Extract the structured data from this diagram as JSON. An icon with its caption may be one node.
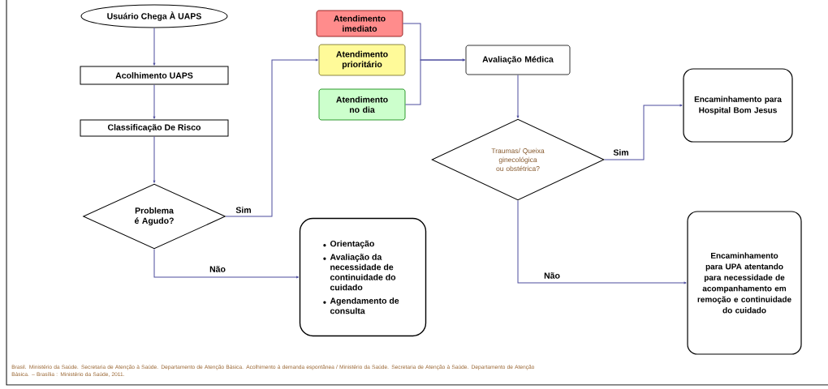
{
  "diagram": {
    "nodes": [
      {
        "text": [
          "Usuário Chega À UAPS"
        ]
      },
      {
        "text": [
          "Acolhimento UAPS"
        ]
      },
      {
        "text": [
          "Classificação De Risco"
        ]
      },
      {
        "text": [
          "Problema é Agudo?"
        ]
      },
      {
        "text": [
          "Atendimento imediato"
        ]
      },
      {
        "text": [
          "Atendimento prioritário"
        ]
      },
      {
        "text": [
          "Atendimento no dia"
        ]
      },
      {
        "text": [
          "Avaliação Médica"
        ]
      },
      {
        "text": [
          "Traumas/ Queixa ginecológica ou obstétrica?"
        ]
      },
      {
        "text": [
          "Encaminhamento para Hospital Bom Jesus"
        ]
      },
      {
        "text": [
          "Orientação",
          "Avaliação da necessidade de continuidade do cuidado",
          "Agendamento de consulta"
        ]
      },
      {
        "text": [
          "Encaminhamento para UPA atentando para necessidade de acompanhamento em remoção e continuidade do cuidado"
        ]
      }
    ],
    "edges": [
      {
        "from": 0,
        "to": 1,
        "arrow": "to"
      },
      {
        "from": 1,
        "to": 2,
        "arrow": "to"
      },
      {
        "from": 2,
        "to": 3,
        "arrow": "to"
      },
      {
        "from": 3,
        "to": 5,
        "arrow": "to",
        "label": "Sim"
      },
      {
        "from": 3,
        "to": 10,
        "arrow": "to",
        "label": "Não"
      },
      {
        "from": 4,
        "to": 7,
        "arrow": "to"
      },
      {
        "from": 6,
        "to": 7,
        "arrow": "to"
      },
      {
        "from": 7,
        "to": 8,
        "arrow": "to"
      },
      {
        "from": 8,
        "to": 9,
        "arrow": "to",
        "label": "Sim"
      },
      {
        "from": 8,
        "to": 11,
        "arrow": "to",
        "label": "Não"
      }
    ],
    "labels": [
      "Brasil. Ministério da Saúde. Secretaria de Atenção à Saúde. Departamento de Atenção Básica. Acolhimento à demanda espontânea / Ministério da Saúde. Secretaria de Atenção à Saúde. Departamento de Atenção Básica. – Brasília : Ministério da Saúde, 2011."
    ]
  }
}
